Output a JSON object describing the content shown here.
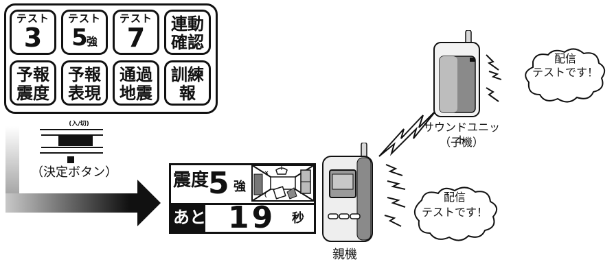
{
  "panel": {
    "keys": [
      {
        "top": "テスト",
        "main": "3",
        "suffix": ""
      },
      {
        "top": "テスト",
        "main": "5",
        "suffix": "強"
      },
      {
        "top": "テスト",
        "main": "7",
        "suffix": ""
      },
      {
        "line1": "連動",
        "line2": "確認"
      },
      {
        "line1": "予報",
        "line2": "震度"
      },
      {
        "line1": "予報",
        "line2": "表現"
      },
      {
        "line1": "通過",
        "line2": "地震"
      },
      {
        "line1": "訓練",
        "line2": "報"
      }
    ]
  },
  "button": {
    "caption": "(入/切)",
    "label": "（決定ボタン）"
  },
  "display": {
    "intensity_label": "震度",
    "intensity_value": "5",
    "intensity_suffix": "強",
    "remaining_label": "あと",
    "seconds": "19",
    "seconds_unit": "秒"
  },
  "devices": {
    "parent_label": "親機",
    "child_label": "サウンドユニット",
    "child_sub": "（子機）"
  },
  "bubbles": {
    "child": {
      "line1": "配信",
      "line2": "テストです！"
    },
    "parent": {
      "line1": "配信",
      "line2": "テストです！"
    }
  },
  "colors": {
    "ink": "#111111",
    "device_gray": "#8a8a8a",
    "device_light": "#d8d8d8"
  }
}
